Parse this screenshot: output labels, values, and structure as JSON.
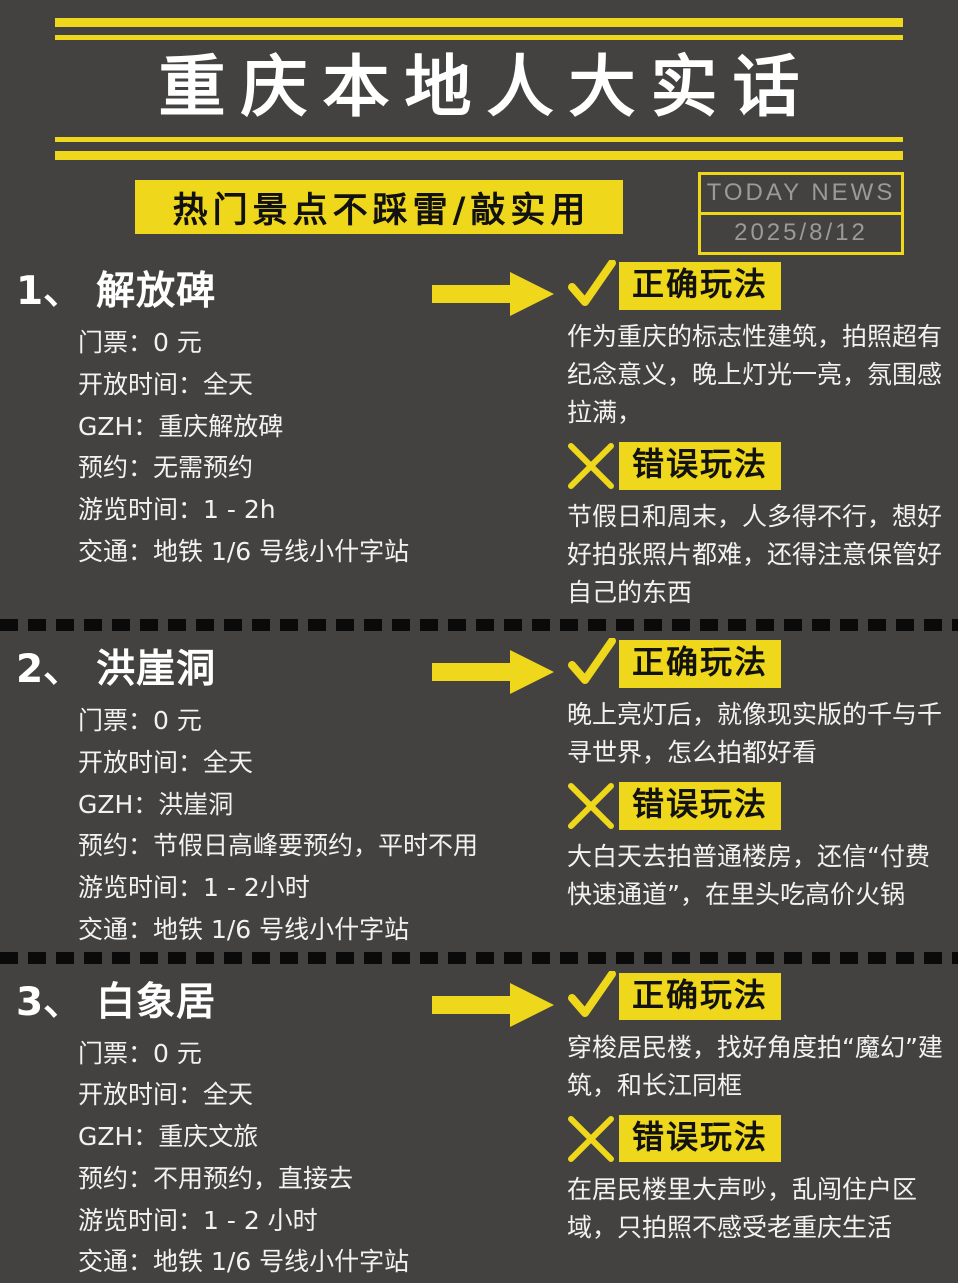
{
  "header": {
    "title": "重庆本地人大实话",
    "subtitle_banner": "热门景点不踩雷/敲实用",
    "today_label": "TODAY  NEWS",
    "date": "2025/8/12",
    "accent_color": "#EFD81B",
    "background_color": "#434240",
    "text_color": "#FFFFFF"
  },
  "labels": {
    "correct": "正确玩法",
    "wrong": "错误玩法",
    "check_icon": "check-icon",
    "cross_icon": "cross-icon",
    "arrow_icon": "arrow-right-icon"
  },
  "sections": [
    {
      "index": "1、",
      "name": "解放碑",
      "rows": [
        "门票：0 元",
        "开放时间：全天",
        "GZH：重庆解放碑",
        "预约：无需预约",
        "游览时间：1 - 2h",
        "交通：地铁 1/6 号线小什字站"
      ],
      "correct_text": "作为重庆的标志性建筑，拍照超有纪念意义，晚上灯光一亮，氛围感拉满，",
      "wrong_text": "节假日和周末，人多得不行，想好好拍张照片都难，还得注意保管好自己的东西"
    },
    {
      "index": "2、",
      "name": "洪崖洞",
      "rows": [
        "门票：0 元",
        "开放时间：全天",
        "GZH：洪崖洞",
        "预约：节假日高峰要预约，平时不用",
        "游览时间：1 - 2小时",
        "交通：地铁 1/6 号线小什字站"
      ],
      "correct_text": "晚上亮灯后，就像现实版的千与千寻世界，怎么拍都好看",
      "wrong_text": "大白天去拍普通楼房，还信“付费快速通道”，在里头吃高价火锅"
    },
    {
      "index": "3、",
      "name": "白象居",
      "rows": [
        "门票：0 元",
        "开放时间：全天",
        "GZH：重庆文旅",
        "预约：不用预约，直接去",
        "游览时间：1 - 2 小时",
        "交通：地铁 1/6 号线小什字站"
      ],
      "correct_text": "穿梭居民楼，找好角度拍“魔幻”建筑，和长江同框",
      "wrong_text": "在居民楼里大声吵，乱闯住户区域，只拍照不感受老重庆生活"
    }
  ]
}
